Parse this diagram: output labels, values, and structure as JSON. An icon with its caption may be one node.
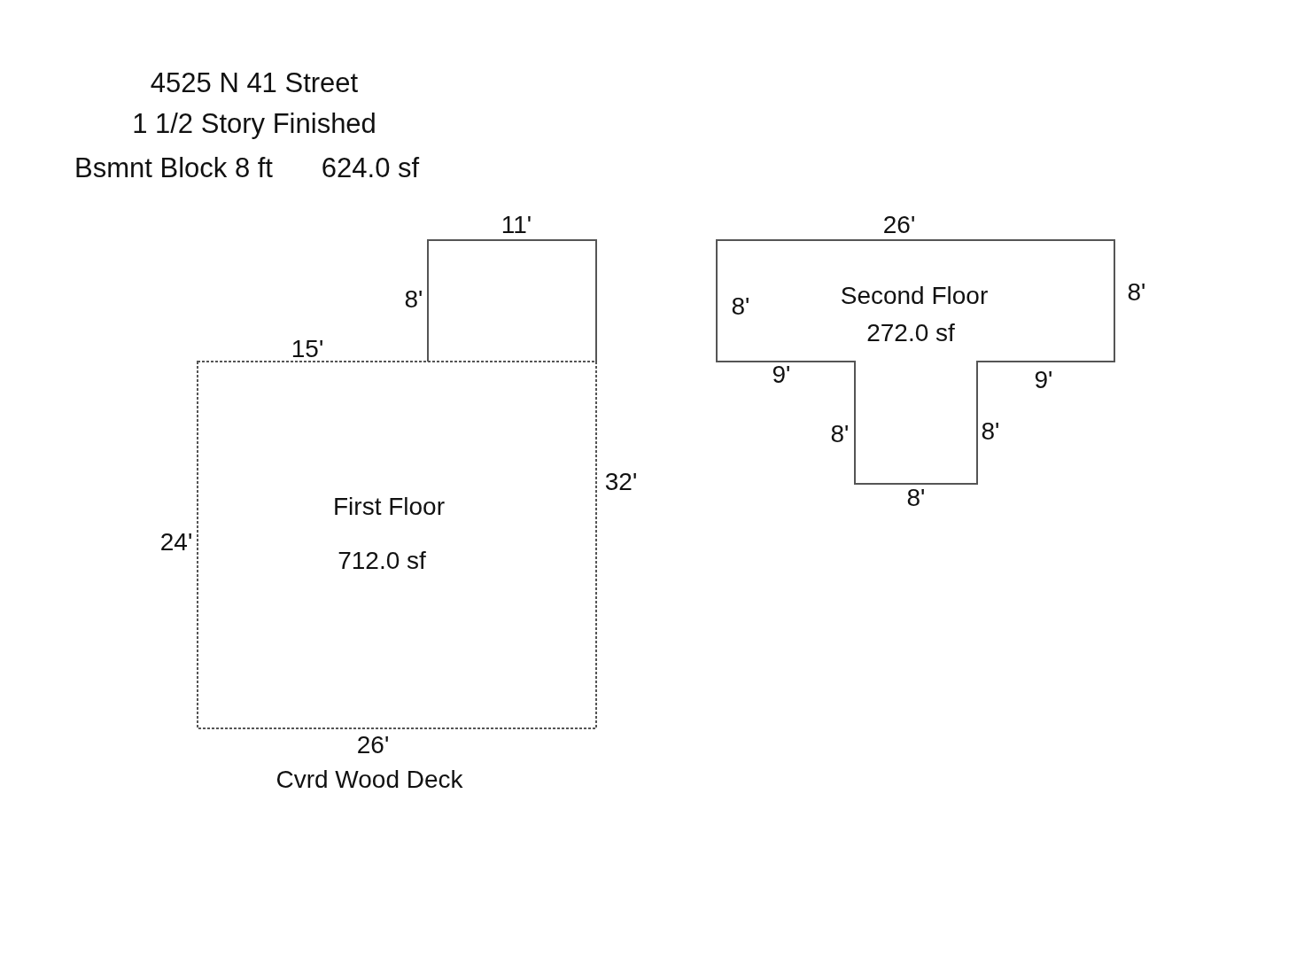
{
  "diagram": {
    "title": "4525 N 41 Street",
    "nodes": [
      {
        "text": [
          "First Floor",
          "712.0 sf"
        ]
      },
      {
        "text": [
          "Second Floor",
          "272.0 sf"
        ]
      }
    ],
    "labels": [
      "1 1/2 Story Finished",
      "Bsmnt Block 8 ft",
      "624.0 sf",
      "11'",
      "26'",
      "8'",
      "8'",
      "8'",
      "15'",
      "9'",
      "9'",
      "8'",
      "8'",
      "32'",
      "24'",
      "8'",
      "26'",
      "Cvrd Wood Deck"
    ]
  }
}
